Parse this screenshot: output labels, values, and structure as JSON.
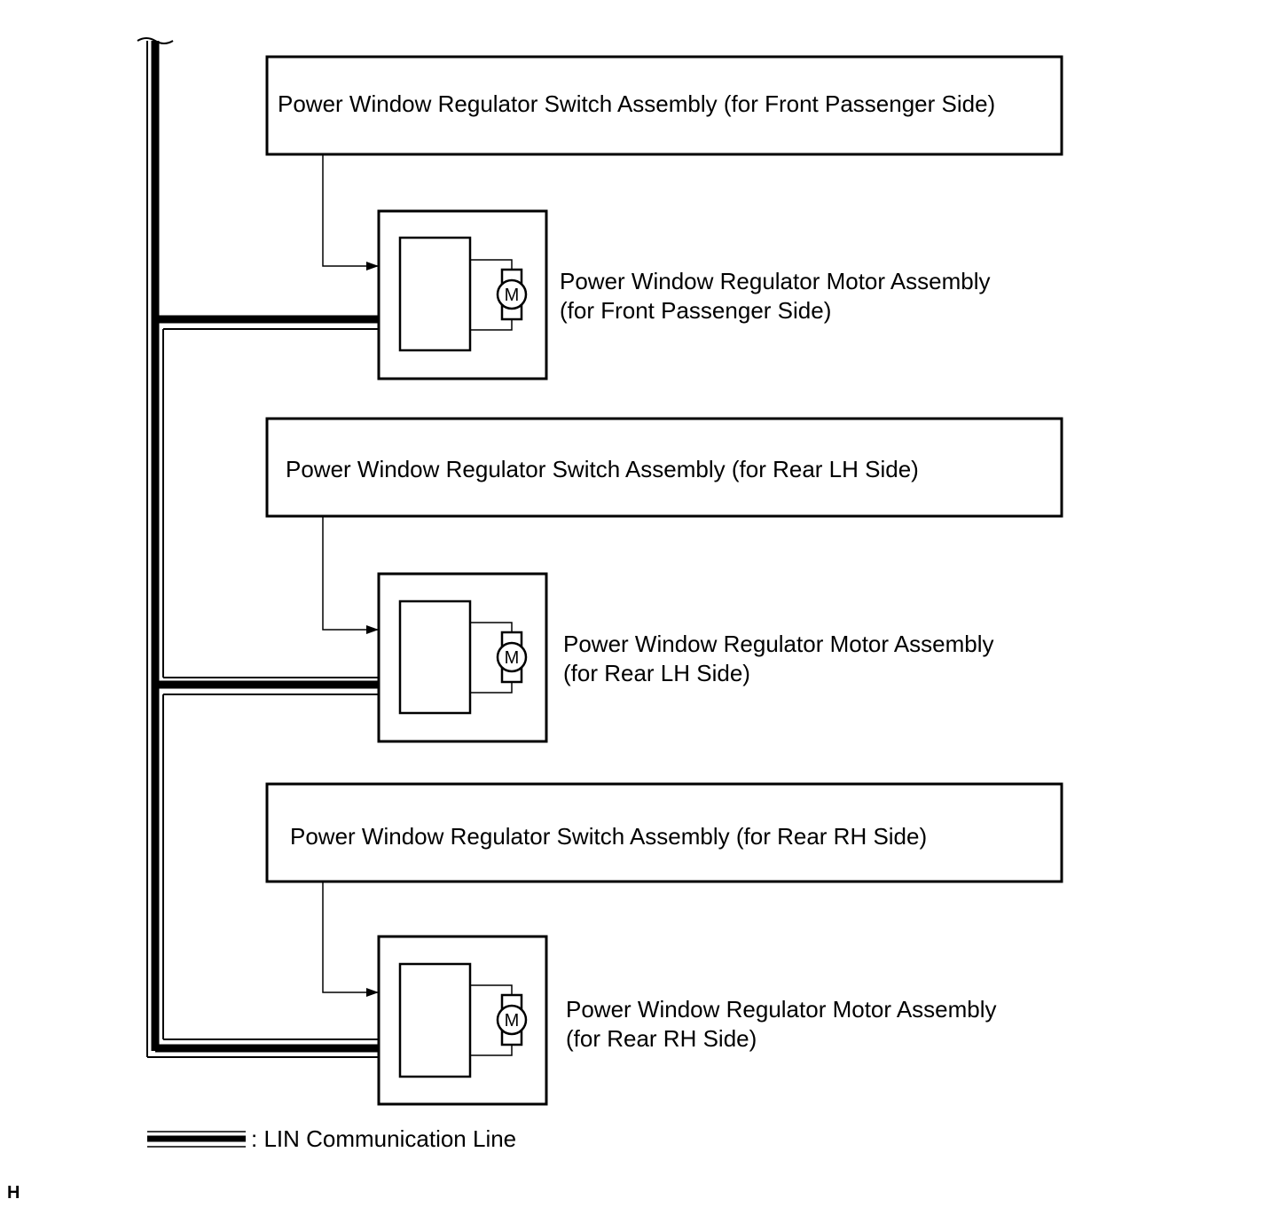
{
  "diagram": {
    "switches": [
      {
        "label": "Power Window Regulator Switch Assembly (for Front Passenger Side)"
      },
      {
        "label": "Power Window Regulator Switch Assembly (for Rear LH Side)"
      },
      {
        "label": "Power Window Regulator Switch Assembly (for Rear RH Side)"
      }
    ],
    "motors": [
      {
        "line1": "Power Window Regulator Motor Assembly",
        "line2": "(for Front Passenger Side)"
      },
      {
        "line1": "Power Window Regulator Motor Assembly",
        "line2": "(for Rear LH Side)"
      },
      {
        "line1": "Power Window Regulator Motor Assembly",
        "line2": "(for Rear RH Side)"
      }
    ],
    "motor_symbol": "M",
    "legend": {
      "text": ": LIN Communication Line"
    },
    "corner_mark": "H"
  }
}
